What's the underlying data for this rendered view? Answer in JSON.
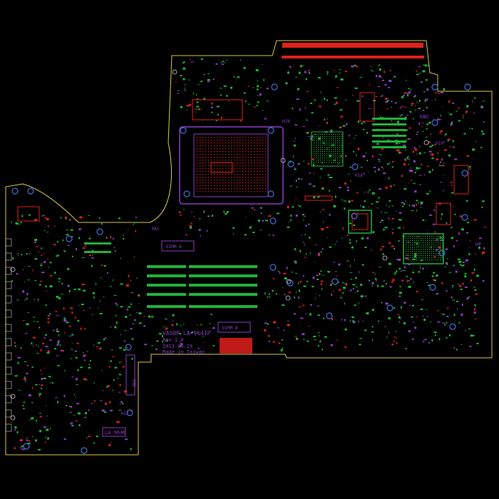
{
  "board": {
    "model_lines": [
      "VA50P LA-9641P",
      "Rev:1.0",
      "2013.04.19",
      "Made in Taiwan"
    ],
    "dimm_top_label": "DIMM A",
    "dimm_bottom_label": "DIMM B",
    "code_box_label": "LA-9641",
    "vertical_label": "SSD",
    "corner_labels": {
      "h28": "H28",
      "h18": "H18",
      "h10": "H10",
      "h17": "H17",
      "h13": "H13",
      "rkc": "RKC",
      "hf": "HF",
      "kbc": "KBC"
    }
  },
  "colors": {
    "background": "#000000",
    "outline": "#d8c94a",
    "copper_green": "#1fb33a",
    "pad_red": "#e0201c",
    "silk_purple": "#8a3cc4",
    "via_blue": "#3f6fd8",
    "via_white": "#cfcfcf"
  }
}
